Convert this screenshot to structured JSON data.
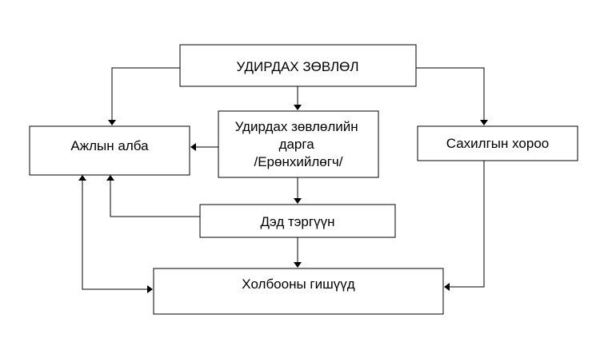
{
  "nodes": {
    "board": {
      "lines": [
        "УДИРДАХ ЗӨВЛӨЛ"
      ]
    },
    "office": {
      "lines": [
        "Ажлын алба"
      ]
    },
    "chair": {
      "lines": [
        "Удирдах зөвлөлийн",
        "дарга",
        "/Ерөнхийлөгч/"
      ]
    },
    "discipline": {
      "lines": [
        "Сахилгын хороо"
      ]
    },
    "vice": {
      "lines": [
        "Дэд тэргүүн"
      ]
    },
    "members": {
      "lines": [
        "Холбооны гишүүд"
      ]
    }
  },
  "edges": [
    {
      "from": "board",
      "to": "chair"
    },
    {
      "from": "board",
      "to": "office"
    },
    {
      "from": "board",
      "to": "discipline"
    },
    {
      "from": "chair",
      "to": "office"
    },
    {
      "from": "chair",
      "to": "vice"
    },
    {
      "from": "vice",
      "to": "office"
    },
    {
      "from": "vice",
      "to": "members"
    },
    {
      "from": "discipline",
      "to": "members"
    },
    {
      "from": "office",
      "to": "members",
      "bidirectional": true
    }
  ]
}
